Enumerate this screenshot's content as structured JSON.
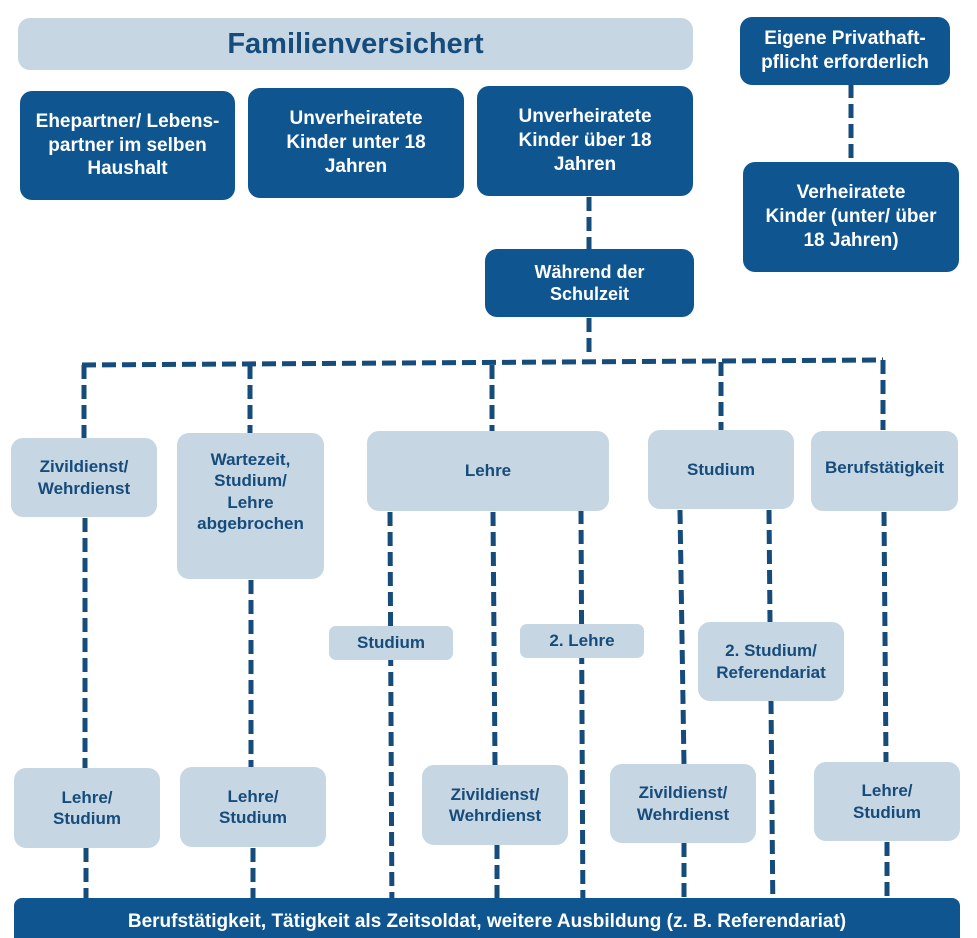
{
  "title": "Familienversichert",
  "top_row": {
    "spouse": "Ehepartner/ Lebens-\npartner im selben\nHaushalt",
    "children_under_18": "Unverheiratete\nKinder unter 18\nJahren",
    "children_over_18": "Unverheiratete\nKinder über 18\nJahren"
  },
  "right_column": {
    "private_liability": "Eigene Privathaft-\npflicht erforderlich",
    "married_children": "Verheiratete\nKinder (unter/ über\n18 Jahren)"
  },
  "school_time": "Während der\nSchulzeit",
  "branches": {
    "civil_military": "Zivildienst/\nWehrdienst",
    "waiting": "Wartezeit,\nStudium/\nLehre\nabgebrochen",
    "apprenticeship": "Lehre",
    "study": "Studium",
    "employment": "Berufstätigkeit"
  },
  "sub_branches": {
    "study_after_apprenticeship": "Studium",
    "second_apprenticeship": "2. Lehre",
    "second_study": "2. Studium/\nReferendariat"
  },
  "third_level": {
    "after_service": "Lehre/\nStudium",
    "after_waiting": "Lehre/\nStudium",
    "service_after_apprenticeship": "Zivildienst/\nWehrdienst",
    "service_after_study": "Zivildienst/\nWehrdienst",
    "after_employment": "Lehre/\nStudium"
  },
  "end_bar": "Berufstätigkeit, Tätigkeit als Zeitsoldat, weitere Ausbildung (z. B. Referendariat)",
  "colors": {
    "dark_blue": "#0f5590",
    "light_blue": "#c6d6e2",
    "text_blue": "#164c7c"
  }
}
